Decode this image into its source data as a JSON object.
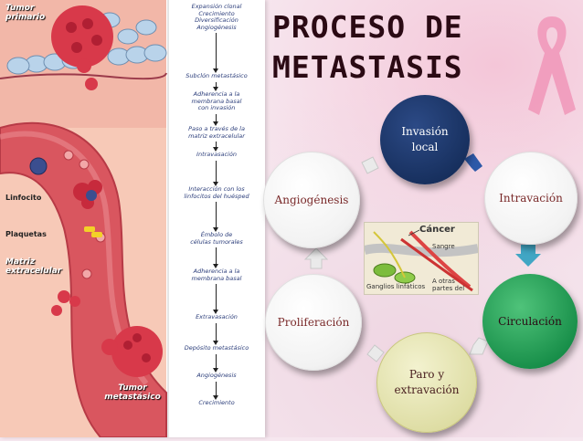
{
  "title_lines": [
    "PROCESO DE",
    "METASTASIS"
  ],
  "left_labels": {
    "tumor_primario": "Tumor primario",
    "linfocito": "Linfocito",
    "plaquetas": "Plaquetas",
    "matriz": "Matriz extracelular",
    "tumor_metastasico": "Tumor metastásico"
  },
  "steps": [
    "Expansión clonal\nCrecimiento\nDiversificación\nAngiogénesis",
    "Subclón metastásico",
    "Adherencia a la\nmembrana basal\ncon invasión",
    "Paso a través de la\nmatriz extracelular",
    "Intravasación",
    "Interacción con los\nlinfocitos del huésped",
    "Émbolo de\ncélulas tumorales",
    "Adherencia a la\nmembrana basal",
    "Extravasación",
    "Depósito metastásico",
    "Angiogénesis",
    "Crecimiento"
  ],
  "cycle": {
    "invasion": "Invasión local",
    "intravacion": "Intravación",
    "circulacion": "Circulación",
    "paro": "Paro y extravación",
    "proliferacion": "Proliferación",
    "angiogenesis": "Angiogénesis"
  },
  "inset": {
    "cancer": "Cáncer",
    "sangre": "Sangre",
    "ganglios": "Ganglios linfáticos",
    "otras": "A otras partes del cuerpo"
  },
  "colors": {
    "navy": "#1a3568",
    "green": "#1ea456",
    "olive": "#e9e8b7",
    "arrow_blue": "#2d59a8",
    "arrow_green": "#41b6c4",
    "blood": "#e45b5e"
  }
}
